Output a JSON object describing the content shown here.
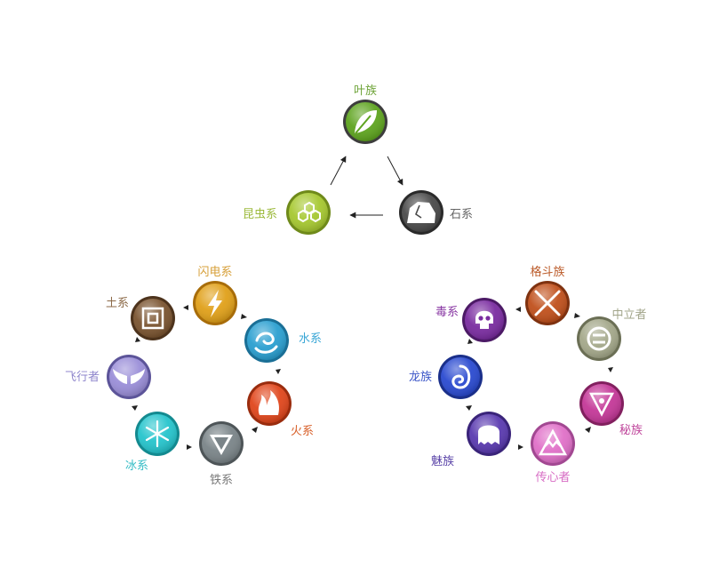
{
  "cycles": {
    "triangle": {
      "nodes": [
        {
          "id": "leaf",
          "label": "叶族",
          "color": "#5ea41f",
          "label_color": "#6fa43a",
          "icon": "leaf-icon"
        },
        {
          "id": "rock",
          "label": "石系",
          "color": "#4a4a4a",
          "label_color": "#666666",
          "icon": "rock-icon"
        },
        {
          "id": "insect",
          "label": "昆虫系",
          "color": "#a6c830",
          "label_color": "#9bb93a",
          "icon": "honeycomb-icon"
        }
      ]
    },
    "left_ring": {
      "nodes": [
        {
          "id": "electric",
          "label": "闪电系",
          "color": "#e0a019",
          "label_color": "#d7a03a",
          "icon": "lightning-icon"
        },
        {
          "id": "water",
          "label": "水系",
          "color": "#2a9fd0",
          "label_color": "#3aa7d6",
          "icon": "wave-icon"
        },
        {
          "id": "fire",
          "label": "火系",
          "color": "#e0461c",
          "label_color": "#d8602a",
          "icon": "flame-icon"
        },
        {
          "id": "iron",
          "label": "铁系",
          "color": "#7a8488",
          "label_color": "#7a7a7a",
          "icon": "triangle-iron-icon"
        },
        {
          "id": "ice",
          "label": "冰系",
          "color": "#25c4cc",
          "label_color": "#36bdc6",
          "icon": "snowflake-icon"
        },
        {
          "id": "flying",
          "label": "飞行者",
          "color": "#9a8ed8",
          "label_color": "#8f86cc",
          "icon": "wings-icon"
        },
        {
          "id": "earth",
          "label": "土系",
          "color": "#7a5430",
          "label_color": "#8c6a48",
          "icon": "square-earth-icon"
        }
      ]
    },
    "right_ring": {
      "nodes": [
        {
          "id": "fighting",
          "label": "格斗族",
          "color": "#c0501c",
          "label_color": "#bb5a28",
          "icon": "crossed-swords-icon"
        },
        {
          "id": "neutral",
          "label": "中立者",
          "color": "#a4a88a",
          "label_color": "#a2a58a",
          "icon": "equals-circle-icon"
        },
        {
          "id": "mystic",
          "label": "秘族",
          "color": "#c43898",
          "label_color": "#c0479c",
          "icon": "eye-triangle-icon"
        },
        {
          "id": "legend",
          "label": "传心者",
          "color": "#e070c8",
          "label_color": "#d76cc4",
          "icon": "tri-wave-icon"
        },
        {
          "id": "ghost",
          "label": "魅族",
          "color": "#5a3ab0",
          "label_color": "#5b44a8",
          "icon": "ghost-icon"
        },
        {
          "id": "dragon",
          "label": "龙族",
          "color": "#2a4ad0",
          "label_color": "#3c56c8",
          "icon": "swirl-icon"
        },
        {
          "id": "poison",
          "label": "毒系",
          "color": "#7a2ca0",
          "label_color": "#8a3aa4",
          "icon": "skull-icon"
        }
      ]
    }
  }
}
